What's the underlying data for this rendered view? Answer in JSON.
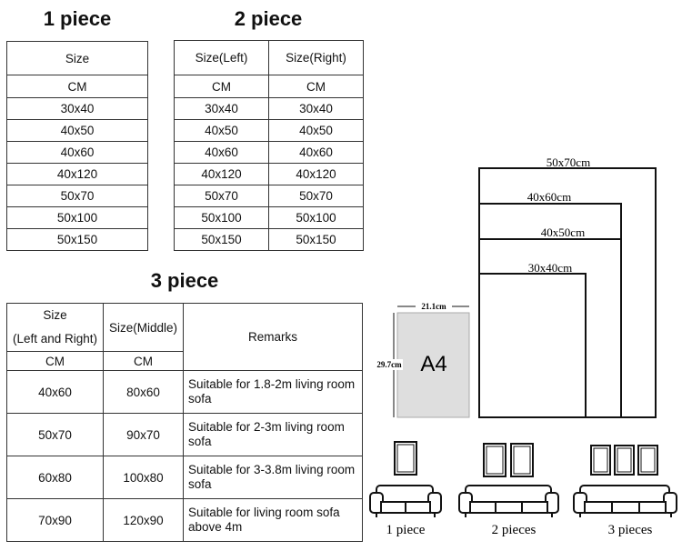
{
  "one_piece": {
    "title": "1 piece",
    "header": "Size",
    "unit": "CM",
    "rows": [
      "30x40",
      "40x50",
      "40x60",
      "40x120",
      "50x70",
      "50x100",
      "50x150"
    ]
  },
  "two_piece": {
    "title": "2 piece",
    "header_left": "Size(Left)",
    "header_right": "Size(Right)",
    "unit_left": "CM",
    "unit_right": "CM",
    "rows": [
      [
        "30x40",
        "30x40"
      ],
      [
        "40x50",
        "40x50"
      ],
      [
        "40x60",
        "40x60"
      ],
      [
        "40x120",
        "40x120"
      ],
      [
        "50x70",
        "50x70"
      ],
      [
        "50x100",
        "50x100"
      ],
      [
        "50x150",
        "50x150"
      ]
    ]
  },
  "three_piece": {
    "title": "3 piece",
    "header_size_line1": "Size",
    "header_size_line2": "(Left and Right)",
    "header_middle": "Size(Middle)",
    "header_remarks": "Remarks",
    "unit_side": "CM",
    "unit_middle": "CM",
    "rows": [
      {
        "side": "40x60",
        "middle": "80x60",
        "remark": "Suitable for 1.8-2m living room sofa"
      },
      {
        "side": "50x70",
        "middle": "90x70",
        "remark": "Suitable for 2-3m living room sofa"
      },
      {
        "side": "60x80",
        "middle": "100x80",
        "remark": "Suitable for 3-3.8m living room sofa"
      },
      {
        "side": "70x90",
        "middle": "120x90",
        "remark": "Suitable for  living room sofa above 4m"
      }
    ]
  },
  "size_diagram": {
    "labels": [
      "50x70cm",
      "40x60cm",
      "40x50cm",
      "30x40cm"
    ],
    "a4_label": "A4",
    "a4_width": "21.1cm",
    "a4_height": "29.7cm"
  },
  "sofa_labels": [
    "1 piece",
    "2 pieces",
    "3 pieces"
  ]
}
